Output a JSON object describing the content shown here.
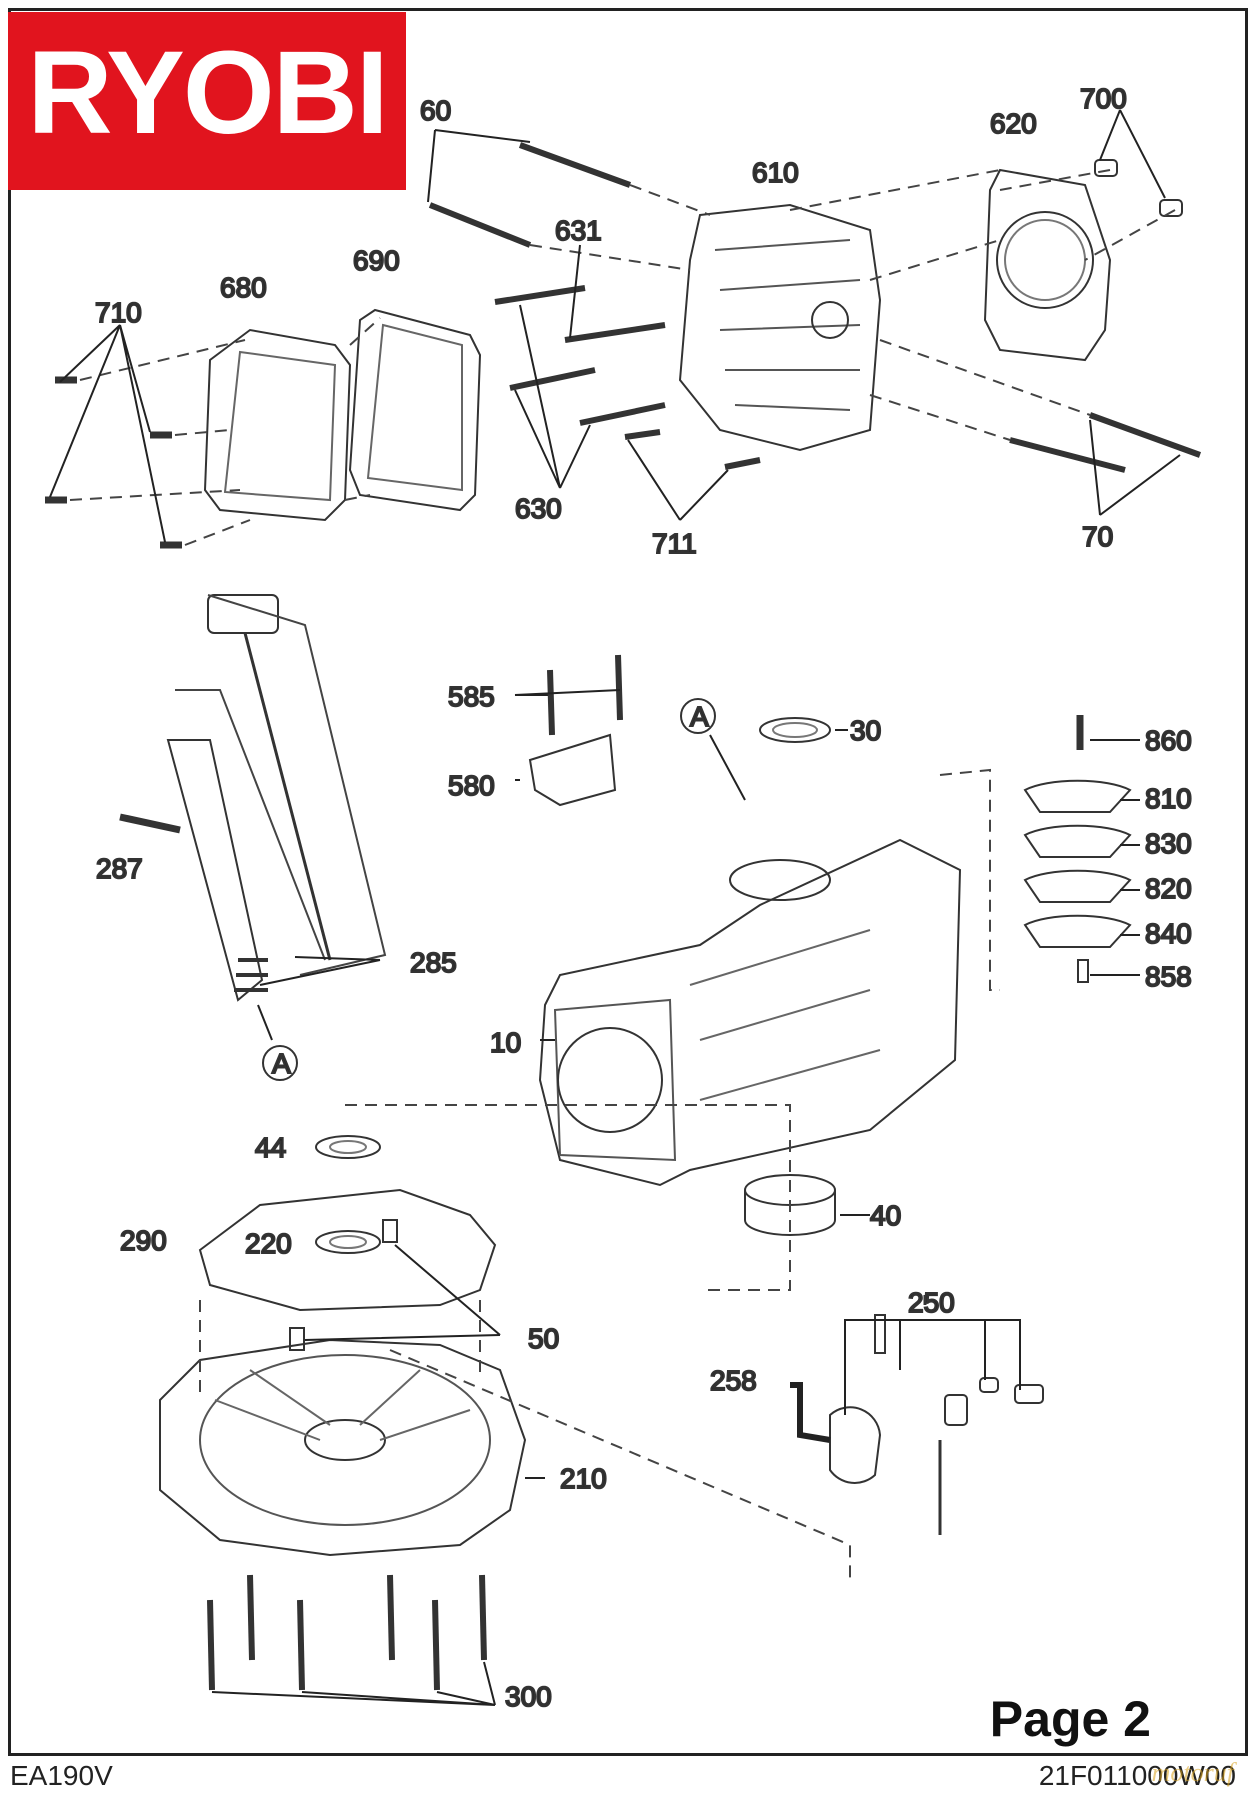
{
  "brand": {
    "name": "RYOBI",
    "color": "#e1141e"
  },
  "page_label": "Page 2",
  "model": "EA190V",
  "doc_number": "21F011000W00",
  "watermark": "motoruf",
  "callouts": {
    "c10": "10",
    "c30": "30",
    "c40": "40",
    "c44": "44",
    "c50": "50",
    "c60": "60",
    "c70": "70",
    "c210": "210",
    "c220": "220",
    "c250": "250",
    "c258": "258",
    "c285": "285",
    "c287": "287",
    "c290": "290",
    "c300": "300",
    "c580": "580",
    "c585": "585",
    "c610": "610",
    "c620": "620",
    "c630": "630",
    "c631": "631",
    "c680": "680",
    "c690": "690",
    "c700": "700",
    "c710": "710",
    "c711": "711",
    "c810": "810",
    "c820": "820",
    "c830": "830",
    "c840": "840",
    "c858": "858",
    "c860": "860",
    "refA": "A"
  }
}
